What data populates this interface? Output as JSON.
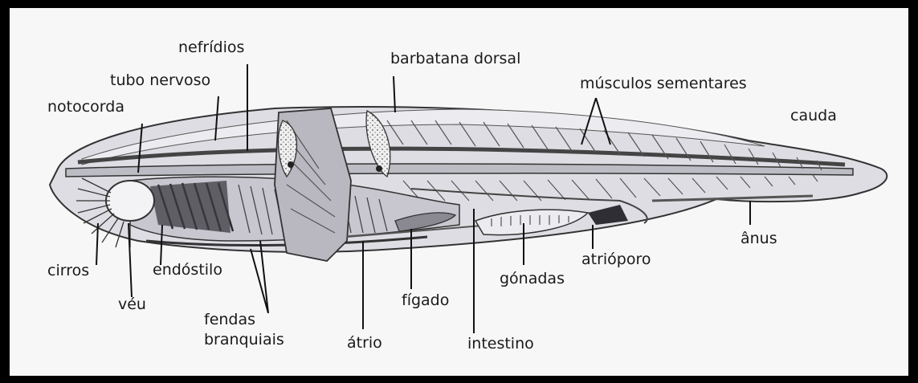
{
  "labels": {
    "nefridios": "nefrídios",
    "barbatana_dorsal": "barbatana dorsal",
    "tubo_nervoso": "tubo nervoso",
    "musculos_sementares": "músculos sementares",
    "notocorda": "notocorda",
    "cauda": "cauda",
    "cirros": "cirros",
    "endostilo": "endóstilo",
    "veu": "véu",
    "fendas_branquiais_line1": "fendas",
    "fendas_branquiais_line2": "branquiais",
    "atrio": "átrio",
    "figado": "fígado",
    "intestino": "intestino",
    "gonadas": "gónadas",
    "atrioporo": "atrióporo",
    "anus": "ânus"
  }
}
